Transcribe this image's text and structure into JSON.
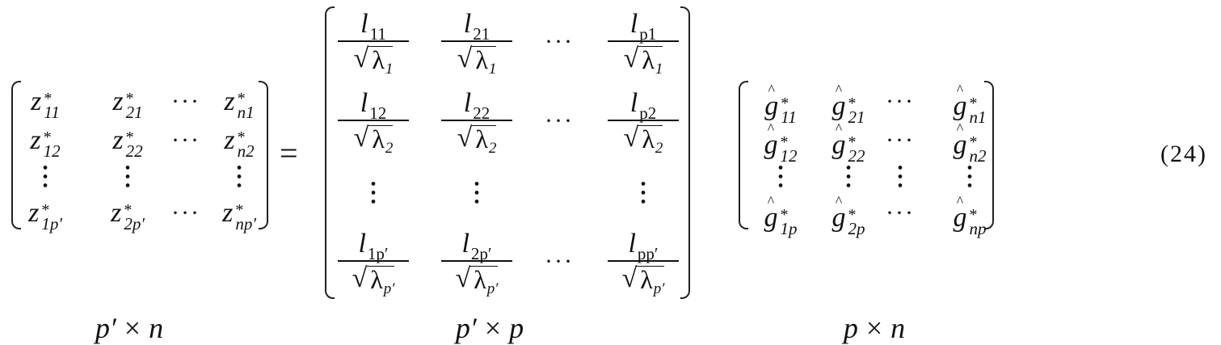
{
  "equation_number": "(24)",
  "equals": "=",
  "left_matrix": {
    "dims": {
      "rows": "p′",
      "op": "×",
      "cols": "n"
    },
    "rows": [
      [
        {
          "v": "z",
          "sub": "11",
          "sup": "*"
        },
        {
          "v": "z",
          "sub": "21",
          "sup": "*"
        },
        {
          "dots": "···"
        },
        {
          "v": "z",
          "sub": "n1",
          "sup": "*"
        }
      ],
      [
        {
          "v": "z",
          "sub": "12",
          "sup": "*"
        },
        {
          "v": "z",
          "sub": "22",
          "sup": "*"
        },
        {
          "dots": "···"
        },
        {
          "v": "z",
          "sub": "n2",
          "sup": "*"
        }
      ],
      [
        {
          "vdots": "⋮"
        },
        {
          "vdots": "⋮"
        },
        {},
        {
          "vdots": "⋮"
        }
      ],
      [
        {
          "v": "z",
          "sub": "1p′",
          "sup": "*"
        },
        {
          "v": "z",
          "sub": "2p′",
          "sup": "*"
        },
        {
          "dots": "···"
        },
        {
          "v": "z",
          "sub": "np′",
          "sup": "*"
        }
      ]
    ]
  },
  "middle_matrix": {
    "dims": {
      "rows": "p′",
      "op": "×",
      "cols": "p"
    },
    "rows": [
      [
        {
          "num": "l",
          "nsub": "11",
          "den": "λ",
          "dsub": "1"
        },
        {
          "num": "l",
          "nsub": "21",
          "den": "λ",
          "dsub": "1"
        },
        {
          "dots": "···"
        },
        {
          "num": "l",
          "nsub": "p1",
          "den": "λ",
          "dsub": "1"
        }
      ],
      [
        {
          "num": "l",
          "nsub": "12",
          "den": "λ",
          "dsub": "2"
        },
        {
          "num": "l",
          "nsub": "22",
          "den": "λ",
          "dsub": "2"
        },
        {
          "dots": "···"
        },
        {
          "num": "l",
          "nsub": "p2",
          "den": "λ",
          "dsub": "2"
        }
      ],
      [
        {
          "vdots": "⋮"
        },
        {
          "vdots": "⋮"
        },
        {},
        {
          "vdots": "⋮"
        }
      ],
      [
        {
          "num": "l",
          "nsub": "1p′",
          "den": "λ",
          "dsub": "p′"
        },
        {
          "num": "l",
          "nsub": "2p′",
          "den": "λ",
          "dsub": "p′"
        },
        {
          "dots": "···"
        },
        {
          "num": "l",
          "nsub": "pp′",
          "den": "λ",
          "dsub": "p′"
        }
      ]
    ]
  },
  "right_matrix": {
    "dims": {
      "rows": "p",
      "op": "×",
      "cols": "n"
    },
    "rows": [
      [
        {
          "v": "g",
          "sub": "11",
          "sup": "*",
          "hat": "^"
        },
        {
          "v": "g",
          "sub": "21",
          "sup": "*",
          "hat": "^"
        },
        {
          "dots": "···"
        },
        {
          "v": "g",
          "sub": "n1",
          "sup": "*",
          "hat": "^"
        }
      ],
      [
        {
          "v": "g",
          "sub": "12",
          "sup": "*",
          "hat": "^"
        },
        {
          "v": "g",
          "sub": "22",
          "sup": "*",
          "hat": "^"
        },
        {
          "dots": "···"
        },
        {
          "v": "g",
          "sub": "n2",
          "sup": "*",
          "hat": "^"
        }
      ],
      [
        {
          "vdots": "⋮"
        },
        {
          "vdots": "⋮"
        },
        {
          "vdots": "⋮"
        },
        {
          "vdots": "⋮"
        }
      ],
      [
        {
          "v": "g",
          "sub": "1p",
          "sup": "*",
          "hat": "^"
        },
        {
          "v": "g",
          "sub": "2p",
          "sup": "*",
          "hat": "^"
        },
        {
          "dots": "···"
        },
        {
          "v": "g",
          "sub": "np",
          "sup": "*",
          "hat": "^"
        }
      ]
    ]
  }
}
